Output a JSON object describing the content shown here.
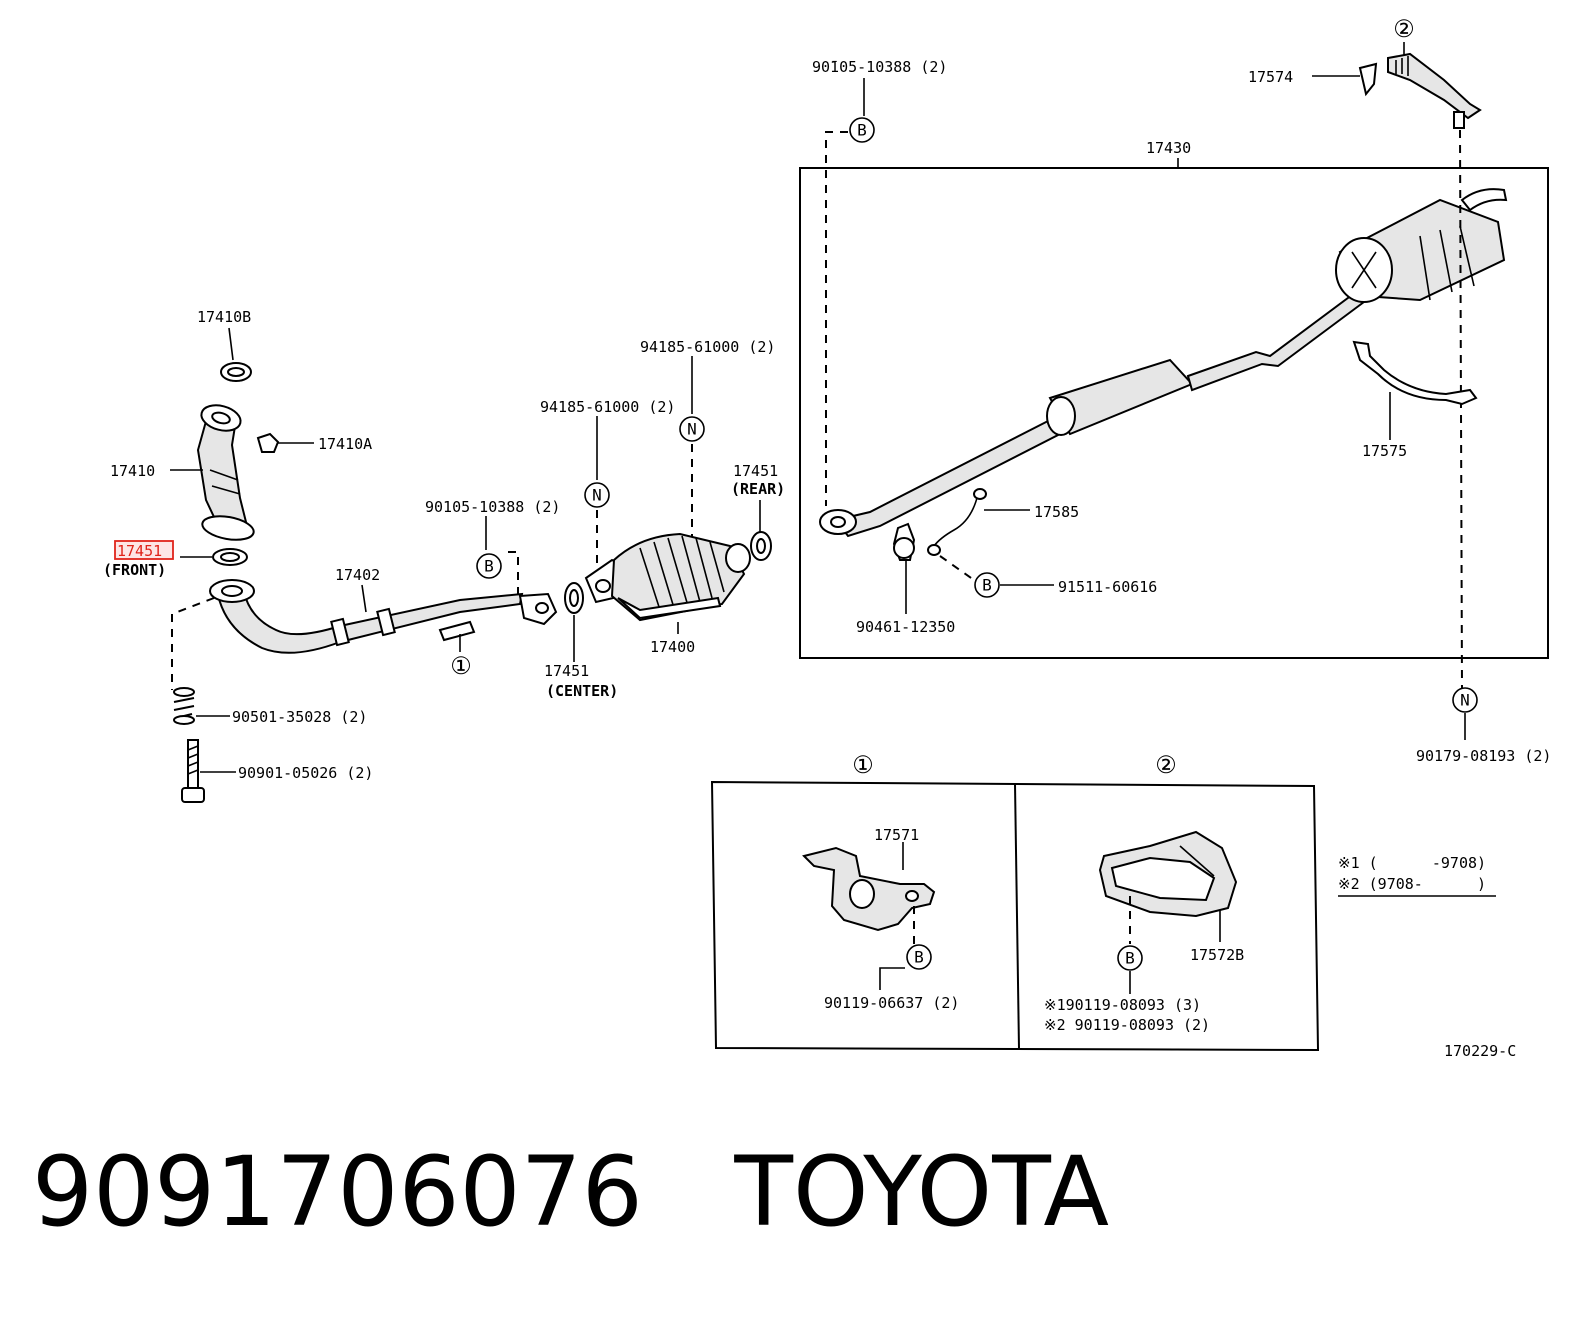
{
  "caption": {
    "part_number": "9091706076",
    "brand": "TOYOTA"
  },
  "diagram": {
    "code": "170229-C",
    "highlight_color": "#e0241b",
    "labels": {
      "p17410B": "17410B",
      "p17410A": "17410A",
      "p17410": "17410",
      "p17451_front": "17451",
      "front": "(FRONT)",
      "p17402": "17402",
      "bolt_90105_front": "90105-10388 (2)",
      "nut_94185_a": "94185-61000 (2)",
      "nut_94185_b": "94185-61000 (2)",
      "p17451_rear": "17451",
      "rear": "(REAR)",
      "p17400": "17400",
      "p17451_center": "17451",
      "center": "(CENTER)",
      "spring_90501": "90501-35028 (2)",
      "bolt_90901": "90901-05026 (2)",
      "bolt_90105_top": "90̄105-10388 (2)",
      "p17430": "17430",
      "p17574": "17574",
      "p17575": "17575",
      "p17585": "17585",
      "screw_91511": "91511-60616",
      "clamp_90461": "90461-12350",
      "nut_90179": "90179-08193 (2)",
      "p17571": "17571",
      "bolt_90119_a": "90119-06637 (2)",
      "p17572B": "17572B",
      "bolt_90119_b1": "※190119-08093 (3)",
      "bolt_90119_b2": "※2 90119-08093 (2)",
      "note1": "※1 (      -9708)",
      "note2": "※2 (9708-      )"
    },
    "symbols": {
      "bolt": "B",
      "nut": "N",
      "detail1": "①",
      "detail2": "②"
    }
  }
}
